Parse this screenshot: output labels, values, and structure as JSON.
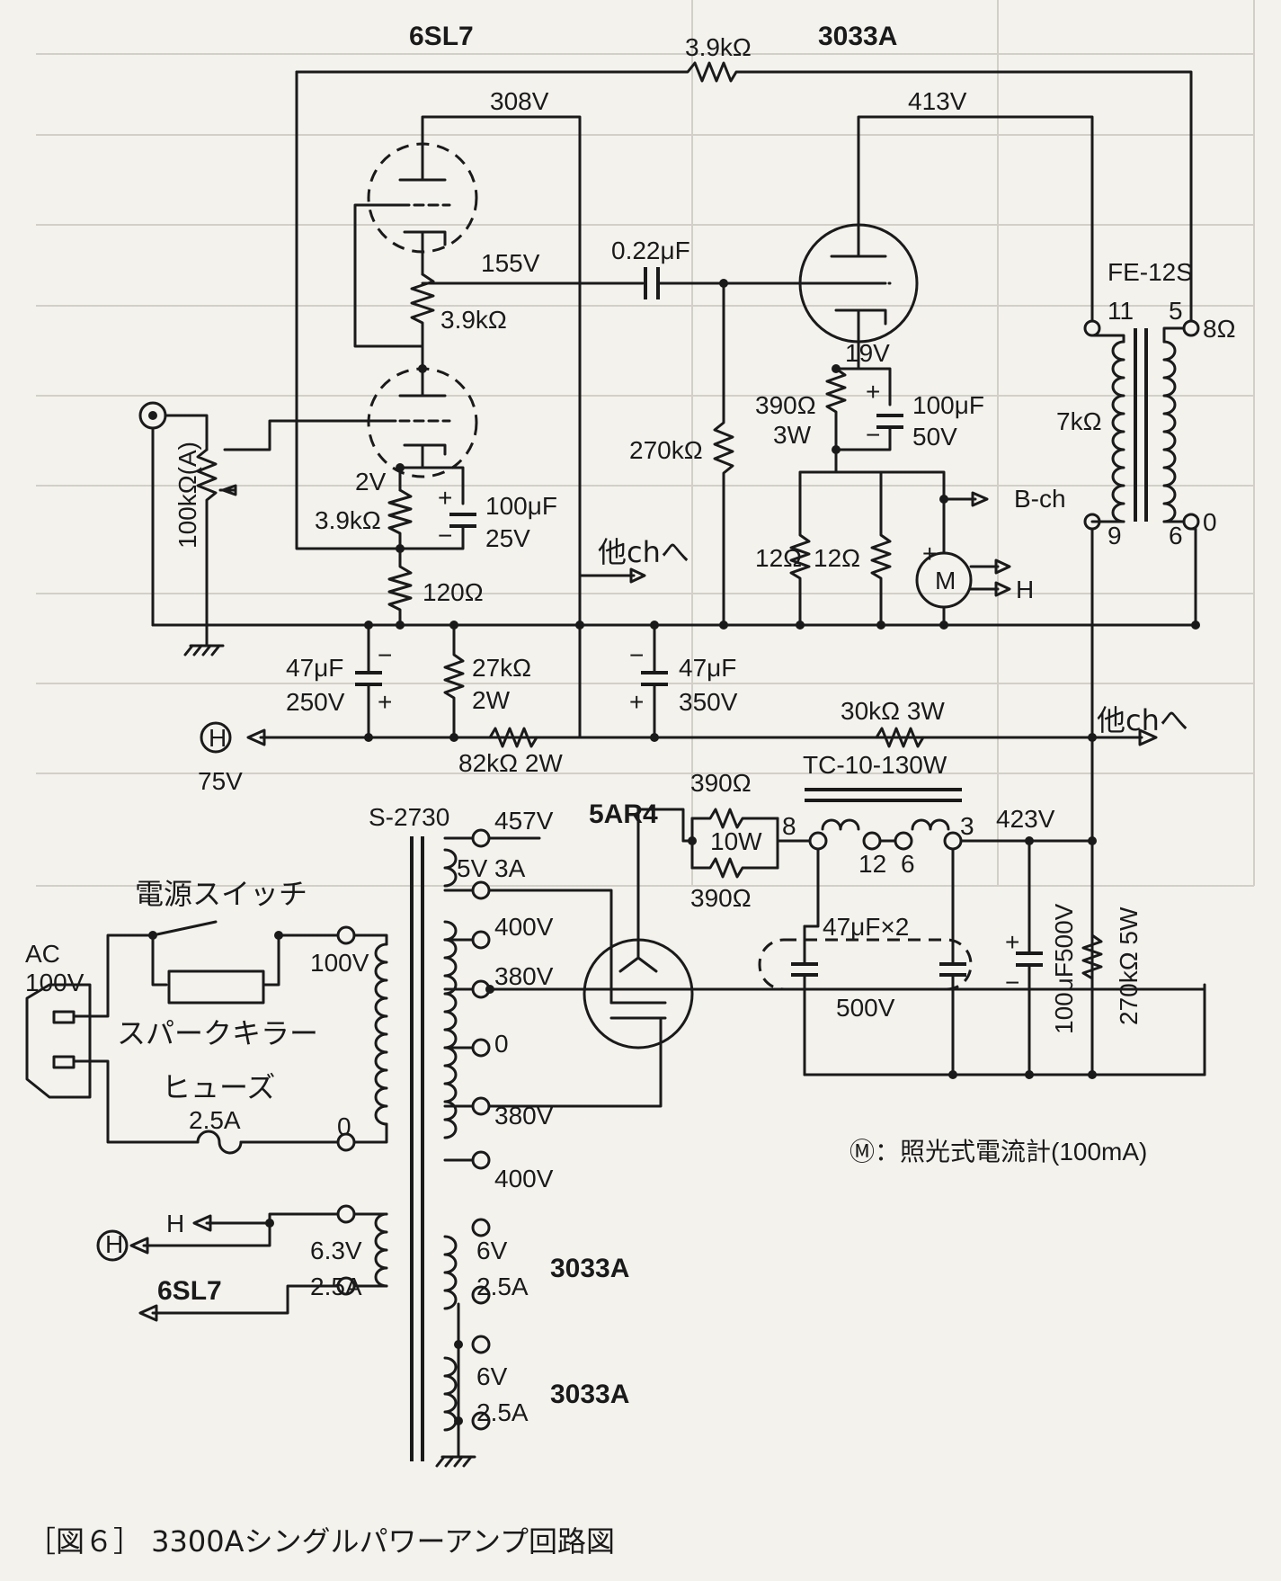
{
  "labels": {
    "tube_6sl7": "6SL7",
    "tube_3033a": "3033A",
    "tube_5ar4": "5AR4",
    "v_308": "308V",
    "v_413": "413V",
    "v_155": "155V",
    "v_19": "19V",
    "v_2": "2V",
    "v_457": "457V",
    "v_423": "423V",
    "v_75": "75V",
    "r_3k9_fb": "3.9kΩ",
    "r_3k9_plate": "3.9kΩ",
    "r_3k9_cath": "3.9kΩ",
    "r_120": "120Ω",
    "r_270k": "270kΩ",
    "r_390": "390Ω",
    "r_3w": "3W",
    "r_12a": "12Ω",
    "r_12b": "12Ω",
    "r_27k": "27kΩ",
    "r_2w": "2W",
    "r_82k": "82kΩ 2W",
    "r_30k": "30kΩ 3W",
    "r_390a": "390Ω",
    "r_390b": "390Ω",
    "r_10w": "10W",
    "r_270k5w": "270kΩ 5W",
    "vol_100k": "100kΩ(A)",
    "c_022": "0.22μF",
    "c_100_50_a": "100μF",
    "c_100_50_b": "50V",
    "c_100_25_a": "100μF",
    "c_100_25_b": "25V",
    "c_47_250_a": "47μF",
    "c_47_250_b": "250V",
    "c_47_350_a": "47μF",
    "c_47_350_b": "350V",
    "c_47x2": "47μF×2",
    "c_500v": "500V",
    "c_100_500": "100μF500V",
    "out_trans": "FE-12S",
    "out_11": "11",
    "out_5": "5",
    "out_9": "9",
    "out_6": "6",
    "out_8ohm": "8Ω",
    "out_0": "0",
    "out_7k": "7kΩ",
    "b_ch": "B-ch",
    "m": "M",
    "h": "H",
    "other_ch_1": "他chへ",
    "other_ch_2": "他chへ",
    "choke": "TC-10-130W",
    "choke_8": "8",
    "choke_12": "12",
    "choke_6": "6",
    "choke_3": "3",
    "ptrans": "S-2730",
    "p_5v3a": "5V 3A",
    "p_400v_a": "400V",
    "p_380v_a": "380V",
    "p_0": "0",
    "p_380v_b": "380V",
    "p_400v_b": "400V",
    "p_100v": "100V",
    "p_0_pri": "0",
    "p_63v": "6.3V",
    "p_25a_1": "2.5A",
    "p_6v_1": "6V",
    "p_25a_2": "2.5A",
    "p_6v_2": "6V",
    "p_25a_3": "2.5A",
    "h_left": "H",
    "h_circle": "H",
    "h_circle_75": "H",
    "heater_6sl7": "6SL7",
    "heater_3033a_1": "3033A",
    "heater_3033a_2": "3033A",
    "ac": "AC",
    "ac100": "100V",
    "power_switch": "電源スイッチ",
    "spark_killer": "スパークキラー",
    "fuse": "ヒューズ",
    "fuse_a": "2.5A",
    "meter_note": "Ⓜ：照光式電流計(100mA)",
    "caption": "［図６］ 3300Aシングルパワーアンプ回路図"
  }
}
